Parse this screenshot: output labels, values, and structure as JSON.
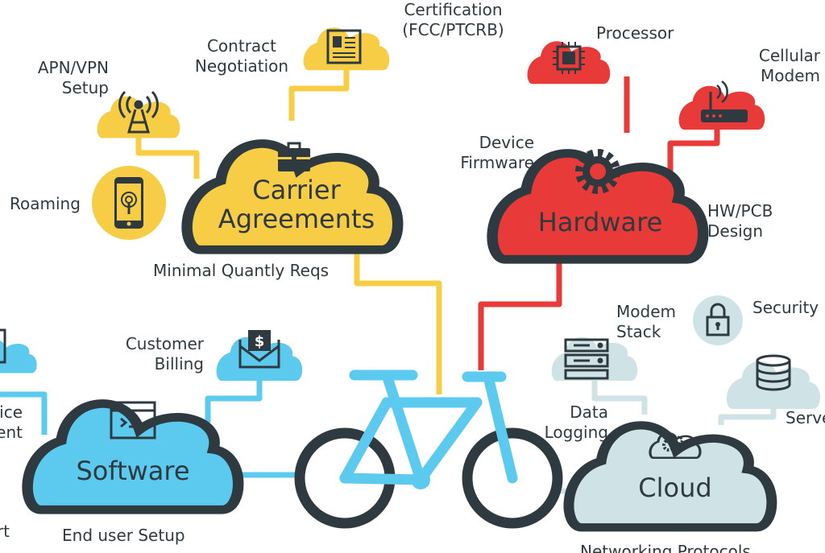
{
  "colors": {
    "yellow": "#f8cd46",
    "red": "#e83a38",
    "blue": "#5cc9ee",
    "cloud_grey": "#cfe3e6",
    "outline": "#2e3a40",
    "bike": "#5cc9ee",
    "icon_light": "#dbe9ec"
  },
  "hubs": {
    "carrier": {
      "line1": "Carrier",
      "line2": "Agreements",
      "icon": "briefcase-icon"
    },
    "hardware": {
      "label": "Hardware",
      "icon": "gear-icon"
    },
    "software": {
      "label": "Software",
      "icon": "terminal-window-icon"
    },
    "cloud": {
      "label": "Cloud",
      "icon": "cloud-gears-icon"
    }
  },
  "labels": {
    "certification": [
      "Certification",
      "(FCC/PTCRB)"
    ],
    "contract": [
      "Contract",
      "Negotiation"
    ],
    "apn": [
      "APN/VPN",
      "Setup"
    ],
    "roaming": "Roaming",
    "min_qty": "Minimal Quantly Reqs",
    "processor": "Processor",
    "cellular_modem": [
      "Cellular",
      "Modem"
    ],
    "device_firmware": [
      "Device",
      "Firmware"
    ],
    "hw_pcb": [
      "HW/PCB",
      "Design"
    ],
    "modem_stack": [
      "Modem",
      "Stack"
    ],
    "security": "Security",
    "data_logging": [
      "Data",
      "Logging"
    ],
    "servers": "Servers",
    "networking": "Networking Protocols",
    "customer_billing": [
      "Customer",
      "Billing"
    ],
    "device_mgmt": [
      "Device",
      "Management"
    ],
    "support": "Support",
    "end_user": "End user Setup"
  },
  "icons": [
    "document-icon",
    "antenna-icon",
    "phone-touch-icon",
    "processor-chip-icon",
    "router-icon",
    "server-rack-icon",
    "padlock-icon",
    "database-icon",
    "dollar-envelope-icon",
    "bicycle-icon"
  ]
}
